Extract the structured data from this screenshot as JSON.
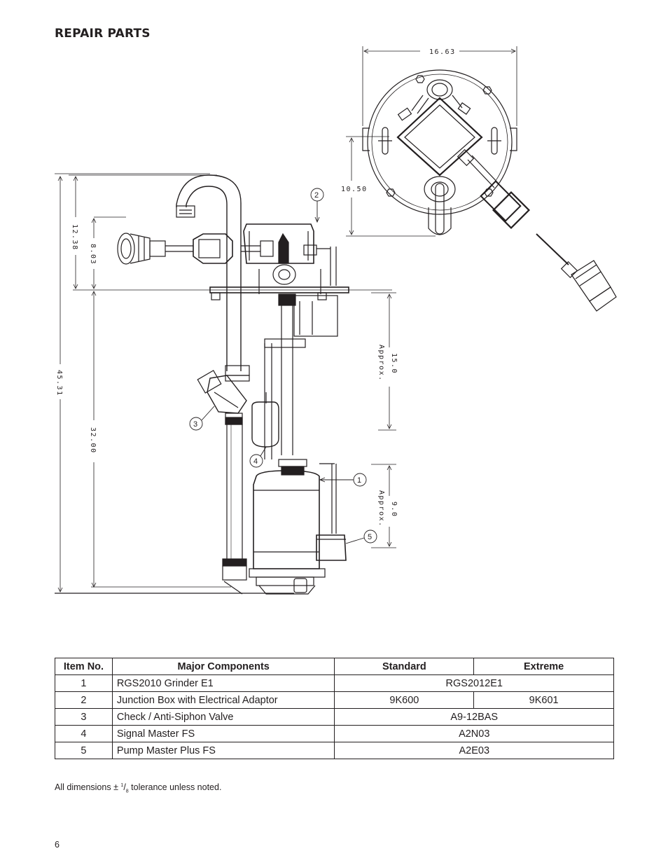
{
  "page": {
    "title": "REPAIR PARTS",
    "page_number": "6"
  },
  "drawing": {
    "dimensions": {
      "top_width": "16.63",
      "top_depth": "10.50",
      "overall_height": "45.31",
      "discharge_height": "12.38",
      "adaptor_height": "8.03",
      "basin_depth": "32.00",
      "float_upper": "15.0",
      "float_upper_note": "Approx.",
      "float_lower": "9.0",
      "float_lower_note": "Approx."
    },
    "callouts": [
      "1",
      "2",
      "3",
      "4",
      "5"
    ]
  },
  "table": {
    "headers": [
      "Item No.",
      "Major Components",
      "Standard",
      "Extreme"
    ],
    "rows": [
      {
        "item": "1",
        "component": "RGS2010 Grinder E1",
        "standard": "RGS2012E1",
        "extreme": ""
      },
      {
        "item": "2",
        "component": "Junction Box with Electrical Adaptor",
        "standard": "9K600",
        "extreme": "9K601"
      },
      {
        "item": "3",
        "component": "Check / Anti-Siphon Valve",
        "standard": "A9-12BAS",
        "extreme": ""
      },
      {
        "item": "4",
        "component": "Signal Master FS",
        "standard": "A2N03",
        "extreme": ""
      },
      {
        "item": "5",
        "component": "Pump Master Plus FS",
        "standard": "A2E03",
        "extreme": ""
      }
    ]
  },
  "footnote": {
    "prefix": "All dimensions ± ",
    "frac_num": "1",
    "frac_den": "8",
    "suffix": " tolerance unless noted."
  }
}
